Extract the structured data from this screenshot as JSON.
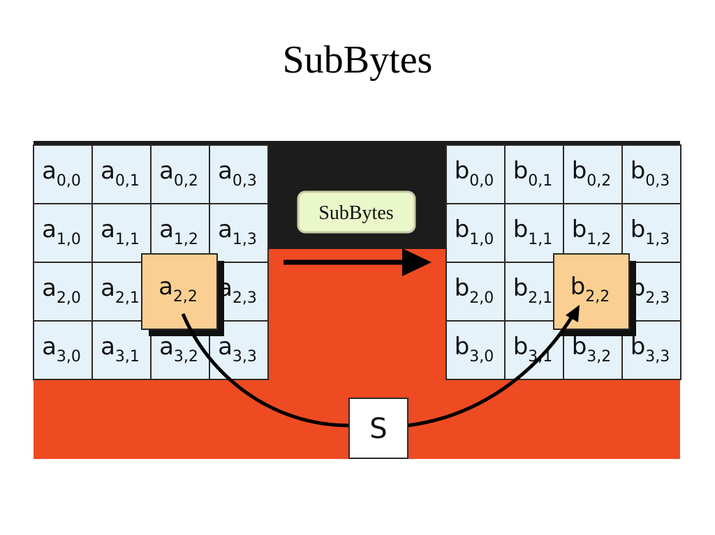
{
  "title": "SubBytes",
  "operation_label": "SubBytes",
  "sbox_label": "S",
  "input_state": {
    "letter": "a",
    "cells": [
      [
        "0,0",
        "0,1",
        "0,2",
        "0,3"
      ],
      [
        "1,0",
        "1,1",
        "1,2",
        "1,3"
      ],
      [
        "2,0",
        "2,1",
        "2,2",
        "2,3"
      ],
      [
        "3,0",
        "3,1",
        "3,2",
        "3,3"
      ]
    ],
    "highlight": "2,2"
  },
  "output_state": {
    "letter": "b",
    "cells": [
      [
        "0,0",
        "0,1",
        "0,2",
        "0,3"
      ],
      [
        "1,0",
        "1,1",
        "1,2",
        "1,3"
      ],
      [
        "2,0",
        "2,1",
        "2,2",
        "2,3"
      ],
      [
        "3,0",
        "3,1",
        "3,2",
        "3,3"
      ]
    ],
    "highlight": "2,2"
  },
  "colors": {
    "cell_fill": "#e6f2fa",
    "cell_border": "#2a2a2a",
    "highlight_fill": "#fbcf91",
    "background_red": "#ee4b22",
    "background_dark": "#1c1c1c",
    "label_fill": "#eaf7c9",
    "arrow": "#000000"
  }
}
